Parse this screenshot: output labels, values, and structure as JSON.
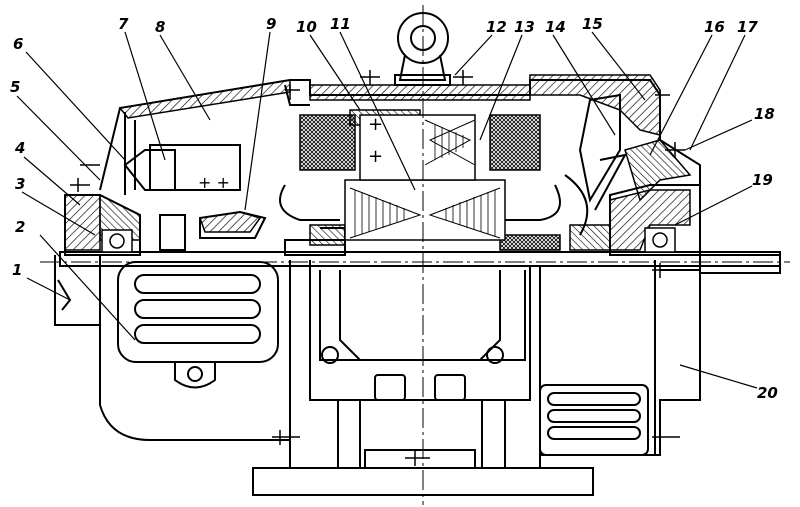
{
  "figure": {
    "type": "technical cross-section drawing",
    "line_color": "#000000",
    "background": "#ffffff",
    "callouts": [
      "1",
      "2",
      "3",
      "4",
      "5",
      "6",
      "7",
      "8",
      "9",
      "10",
      "11",
      "12",
      "13",
      "14",
      "15",
      "16",
      "17",
      "18",
      "19",
      "20"
    ]
  }
}
